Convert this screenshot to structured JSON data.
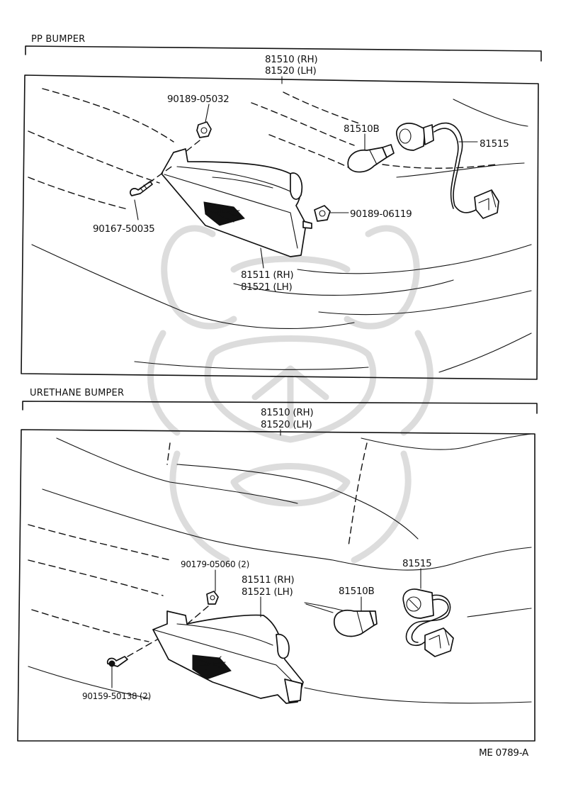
{
  "sections": [
    {
      "heading": "PP BUMPER",
      "assembly_rh": "81510 (RH)",
      "assembly_lh": "81520 (LH)",
      "parts": {
        "screw_nut": "90189-05032",
        "bulb": "81510B",
        "socket": "81515",
        "lens_rh": "81511 (RH)",
        "lens_lh": "81521 (LH)",
        "screw": "90167-50035",
        "grommet": "90189-06119"
      }
    },
    {
      "heading": "URETHANE BUMPER",
      "assembly_rh": "81510 (RH)",
      "assembly_lh": "81520 (LH)",
      "parts": {
        "nut": "90179-05060 (2)",
        "lens_rh": "81511 (RH)",
        "lens_lh": "81521 (LH)",
        "bulb": "81510B",
        "socket": "81515",
        "screw": "90159-50138 (2)"
      }
    }
  ],
  "diagram_code": "ME 0789-A"
}
